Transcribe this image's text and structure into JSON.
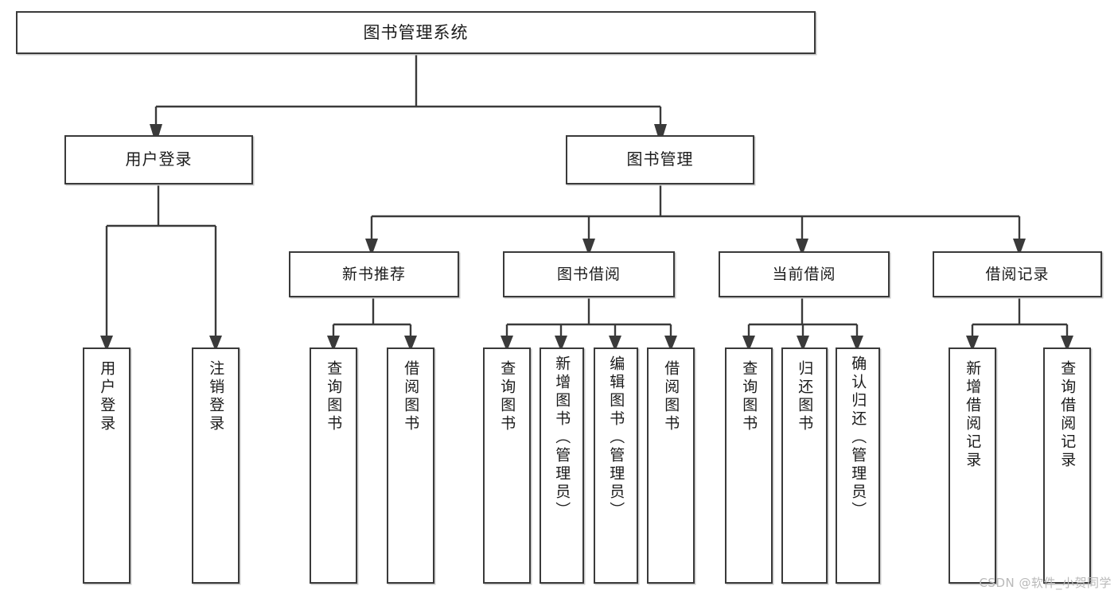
{
  "diagram": {
    "title": "图书管理系统",
    "watermark": "CSDN @软件_小贺同学",
    "root": {
      "label": "图书管理系统"
    },
    "level2": [
      {
        "label": "用户登录"
      },
      {
        "label": "图书管理"
      }
    ],
    "level3": [
      {
        "label": "新书推荐"
      },
      {
        "label": "图书借阅"
      },
      {
        "label": "当前借阅"
      },
      {
        "label": "借阅记录"
      }
    ],
    "leaves": [
      {
        "label": "用户登录",
        "parent": "用户登录"
      },
      {
        "label": "注销登录",
        "parent": "用户登录"
      },
      {
        "label": "查询图书",
        "parent": "新书推荐"
      },
      {
        "label": "借阅图书",
        "parent": "新书推荐"
      },
      {
        "label": "查询图书",
        "parent": "图书借阅"
      },
      {
        "label": "新增图书（管理员）",
        "parent": "图书借阅"
      },
      {
        "label": "编辑图书（管理员）",
        "parent": "图书借阅"
      },
      {
        "label": "借阅图书",
        "parent": "图书借阅"
      },
      {
        "label": "查询图书",
        "parent": "当前借阅"
      },
      {
        "label": "归还图书",
        "parent": "当前借阅"
      },
      {
        "label": "确认归还（管理员）",
        "parent": "当前借阅"
      },
      {
        "label": "新增借阅记录",
        "parent": "借阅记录"
      },
      {
        "label": "查询借阅记录",
        "parent": "借阅记录"
      }
    ],
    "colors": {
      "stroke": "#3a3a3a",
      "fill": "#ffffff",
      "text": "#1b1b1b",
      "shadow": "#c9c9c9",
      "watermark": "#b9b9b9"
    }
  }
}
